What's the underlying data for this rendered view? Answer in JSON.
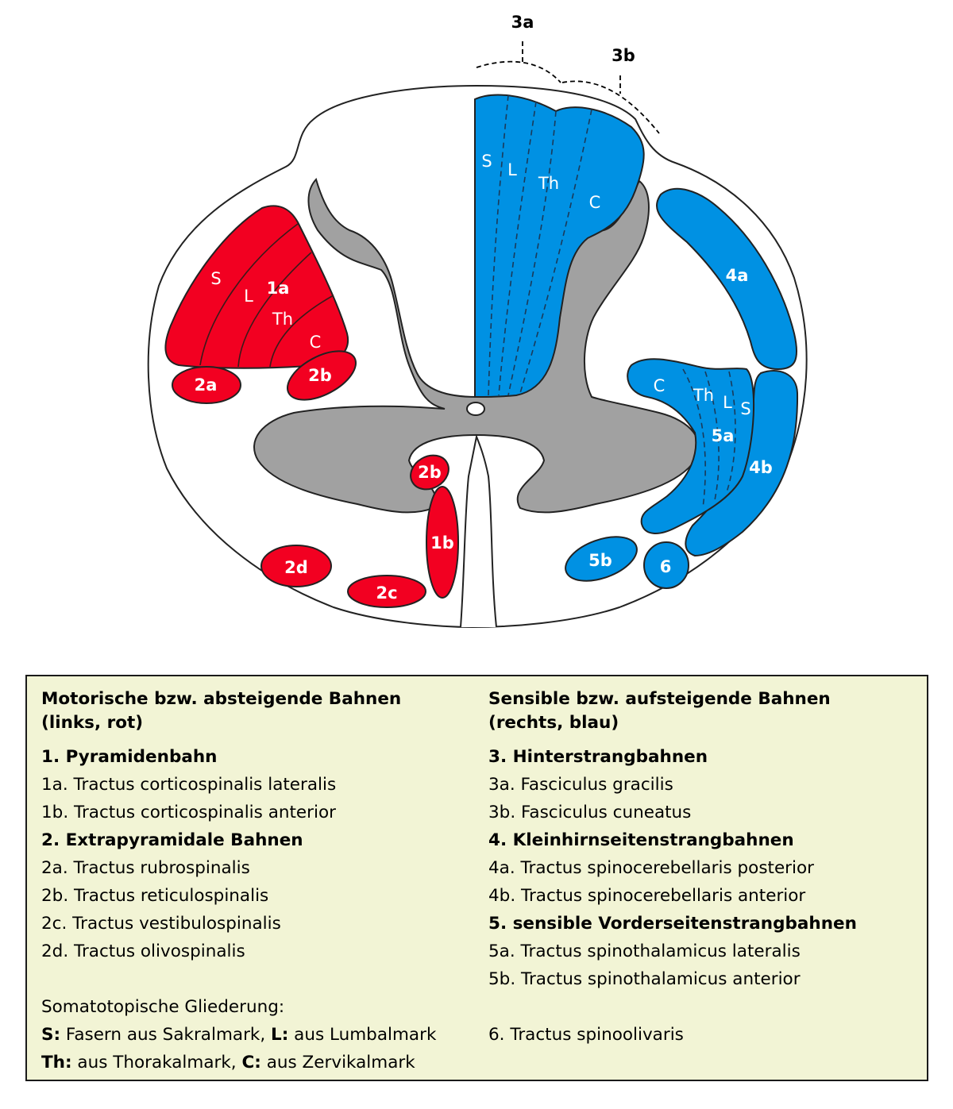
{
  "colors": {
    "motor": "#f20021",
    "sensory": "#0091e3",
    "grey_matter": "#a1a1a1",
    "legend_bg": "#f2f4d5"
  },
  "diagram": {
    "top_labels": {
      "t3a": "3a",
      "t3b": "3b"
    },
    "tract_1a": {
      "label": "1a",
      "S": "S",
      "L": "L",
      "Th": "Th",
      "C": "C"
    },
    "tract_1b": "1b",
    "tract_2a": "2a",
    "tract_2b_lateral": "2b",
    "tract_2b_medial": "2b",
    "tract_2c": "2c",
    "tract_2d": "2d",
    "tract_3": {
      "S": "S",
      "L": "L",
      "Th": "Th",
      "C": "C"
    },
    "tract_4a": "4a",
    "tract_4b": "4b",
    "tract_5a": {
      "label": "5a",
      "C": "C",
      "Th": "Th",
      "L": "L",
      "S": "S"
    },
    "tract_5b": "5b",
    "tract_6": "6"
  },
  "legend": {
    "left": {
      "heading_line1": "Motorische bzw. absteigende Bahnen",
      "heading_line2": "(links, rot)",
      "group1_title": "1. Pyramidenbahn",
      "item_1a": "1a. Tractus corticospinalis lateralis",
      "item_1b": "1b. Tractus corticospinalis anterior",
      "group2_title": "2. Extrapyramidale Bahnen",
      "item_2a": "2a. Tractus rubrospinalis",
      "item_2b": "2b. Tractus reticulospinalis",
      "item_2c": "2c. Tractus vestibulospinalis",
      "item_2d": "2d. Tractus olivospinalis",
      "soma_title": "Somatotopische Gliederung:",
      "soma_S_key": "S:",
      "soma_S_text": " Fasern aus Sakralmark, ",
      "soma_L_key": "L:",
      "soma_L_text": " aus Lumbalmark",
      "soma_Th_key": "Th:",
      "soma_Th_text": " aus Thorakalmark, ",
      "soma_C_key": "C:",
      "soma_C_text": " aus Zervikalmark"
    },
    "right": {
      "heading_line1": "Sensible bzw. aufsteigende Bahnen",
      "heading_line2": "(rechts, blau)",
      "group3_title": "3. Hinterstrangbahnen",
      "item_3a": "3a. Fasciculus gracilis",
      "item_3b": "3b. Fasciculus cuneatus",
      "group4_title": "4. Kleinhirnseitenstrangbahnen",
      "item_4a": "4a. Tractus spinocerebellaris posterior",
      "item_4b": "4b. Tractus spinocerebellaris anterior",
      "group5_title": "5. sensible Vorderseitenstrangbahnen",
      "item_5a": "5a. Tractus spinothalamicus lateralis",
      "item_5b": "5b. Tractus spinothalamicus anterior",
      "item_6": "6. Tractus spinoolivaris"
    }
  }
}
